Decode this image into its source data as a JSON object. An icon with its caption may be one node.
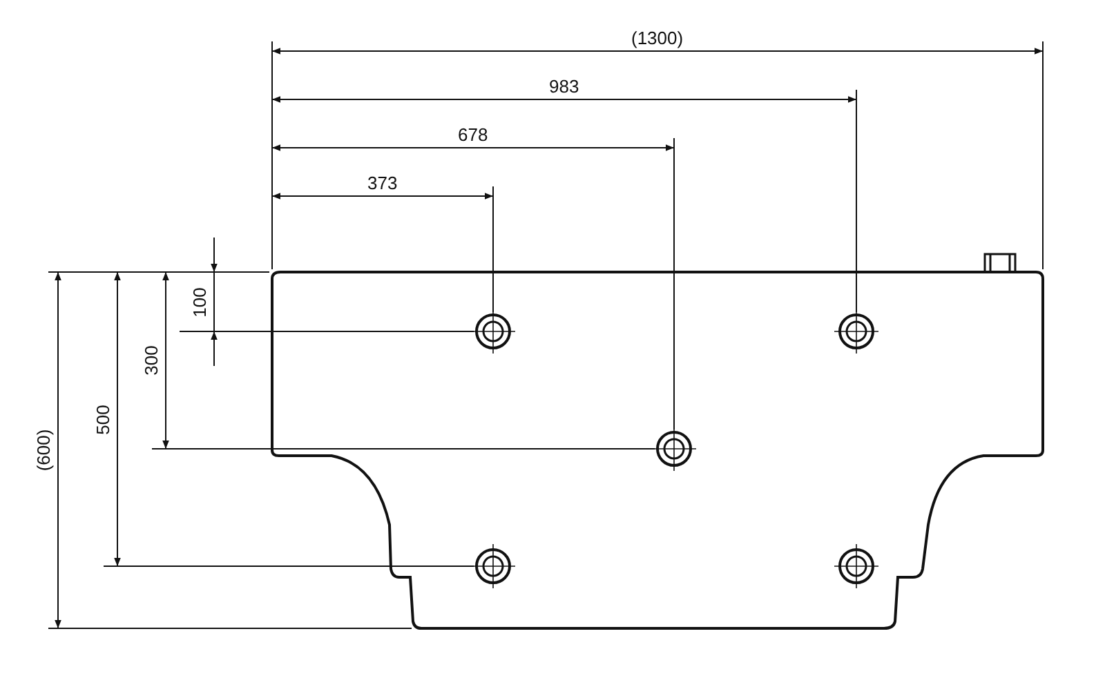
{
  "diagram": {
    "labels": [
      "(1300)",
      "983",
      "678",
      "373",
      "100",
      "300",
      "500",
      "(600)"
    ]
  }
}
